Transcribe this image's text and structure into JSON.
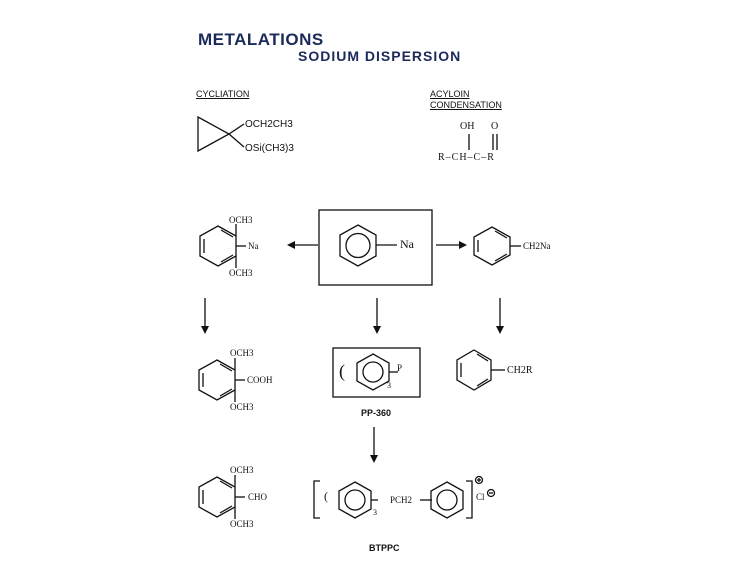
{
  "title": {
    "line1": "METALATIONS",
    "line2": "SODIUM  DISPERSION"
  },
  "sections": {
    "cycliation": "CYCLIATION",
    "acyloin_line1": "ACYLOIN",
    "acyloin_line2": "CONDENSATION"
  },
  "cyclopropane": {
    "sub1": "OCH2CH3",
    "sub2": "OSi(CH3)3"
  },
  "acyloin": {
    "oh": "OH",
    "o": "O",
    "chain": "R–CH–C–R"
  },
  "center": {
    "na": "Na"
  },
  "left": {
    "och3_top": "OCH3",
    "na": "Na",
    "och3_bottom": "OCH3"
  },
  "right": {
    "ch2na": "CH2Na"
  },
  "row2": {
    "left_och3_top": "OCH3",
    "cooh": "COOH",
    "left_och3_bottom": "OCH3",
    "p": "P",
    "sub3": "3",
    "ch2r": "CH2R"
  },
  "pp360": "PP-360",
  "row3": {
    "och3_top": "OCH3",
    "cho": "CHO",
    "och3_bottom": "OCH3",
    "sub3": "3",
    "pch2": "PCH2",
    "cl": "Cl"
  },
  "btppc": "BTPPC"
}
